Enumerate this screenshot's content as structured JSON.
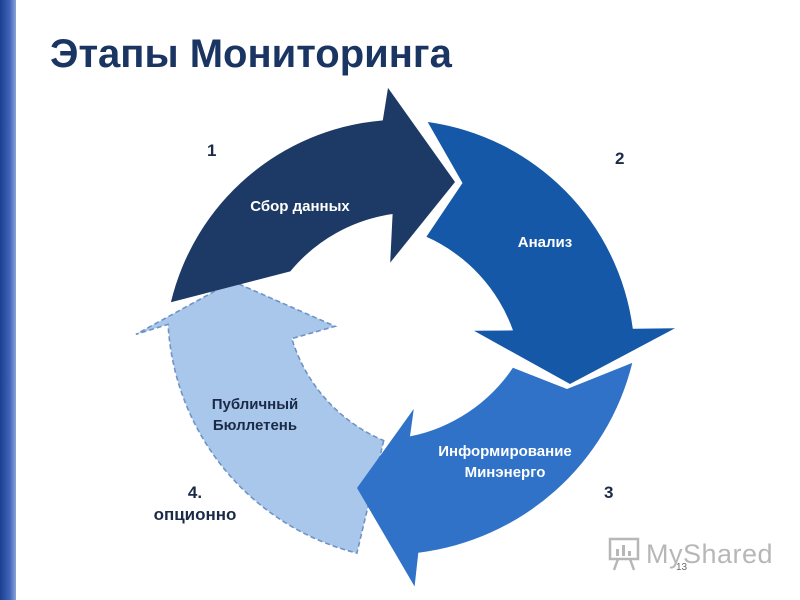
{
  "slide": {
    "title": "Этапы Мониторинга",
    "page_number": "13"
  },
  "stages": [
    {
      "number": "1",
      "label": "Сбор данных",
      "color": "#1d3a66"
    },
    {
      "number": "2",
      "label": "Анализ",
      "color": "#1558a8"
    },
    {
      "number": "3",
      "label_line1": "Информирование",
      "label_line2": "Минэнерго",
      "color": "#2f72c8"
    },
    {
      "number_line1": "4.",
      "number_line2": "опционно",
      "label_line1": "Публичный",
      "label_line2": "Бюллетень",
      "color": "#a9c7ea",
      "border": "dashed"
    }
  ],
  "watermark": {
    "text": "MyShared",
    "icon": "presentation-chart-icon"
  }
}
